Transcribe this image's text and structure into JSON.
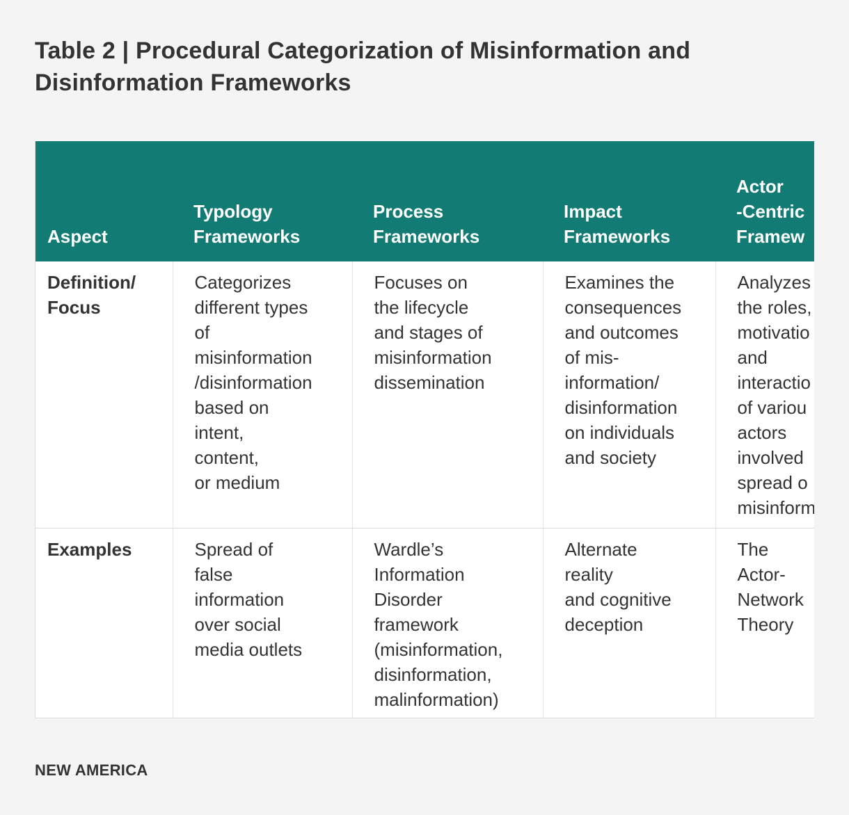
{
  "title": "Table 2 | Procedural Categorization of Misinformation and Disinformation Frameworks",
  "table": {
    "headers": [
      "Aspect",
      "Typology\nFrameworks",
      "Process\nFrameworks",
      "Impact\nFrameworks",
      "Actor\n-Centric\nFramew"
    ],
    "rows": [
      {
        "aspect": "Definition/\nFocus",
        "cells": [
          "Categorizes\ndifferent types\nof\nmisinformation\n/disinformation\nbased on\nintent,\ncontent,\nor medium",
          "Focuses on\nthe lifecycle\nand stages of\nmisinformation\ndissemination",
          "Examines the\nconsequences\nand outcomes\nof mis-\ninformation/\ndisinformation\non individuals\nand society",
          "Analyzes\nthe roles,\nmotivatio\nand\ninteractio\nof variou\nactors\ninvolved\nspread o\nmisinform"
        ]
      },
      {
        "aspect": "Examples",
        "cells": [
          "Spread of\nfalse\ninformation\nover social\nmedia outlets",
          "Wardle’s\nInformation\nDisorder\nframework\n(misinformation,\ndisinformation,\nmalinformation)",
          "Alternate\nreality\nand cognitive\ndeception",
          "The\nActor-\nNetwork\nTheory"
        ]
      }
    ]
  },
  "footer": "NEW AMERICA",
  "colors": {
    "header_bg": "#127c74",
    "page_bg": "#f4f4f4",
    "text": "#333333"
  }
}
